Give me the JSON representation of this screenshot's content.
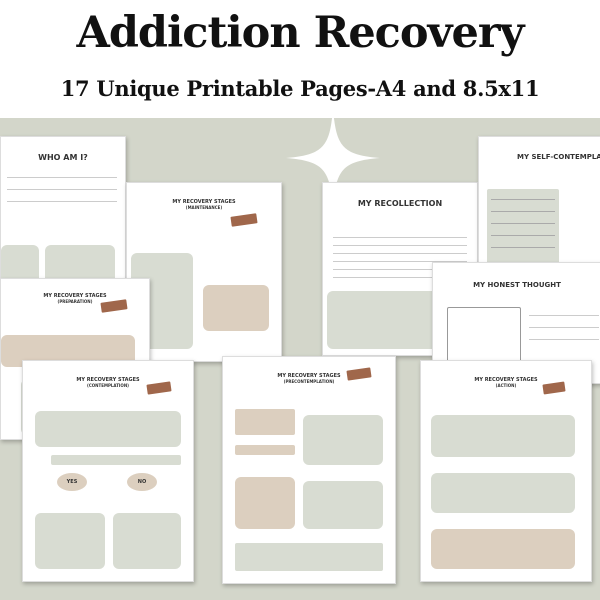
{
  "header": {
    "title": "Addiction Recovery",
    "subtitle": "17 Unique Printable Pages-A4 and 8.5x11"
  },
  "pages": {
    "who_am_i": {
      "title": "WHO AM I?"
    },
    "maintenance": {
      "title": "MY RECOVERY STAGES",
      "stage": "(MAINTENANCE)"
    },
    "preparation": {
      "title": "MY RECOVERY STAGES",
      "stage": "(PREPARATION)"
    },
    "recollection": {
      "title": "MY RECOLLECTION"
    },
    "self_contemplation": {
      "title": "MY SELF-CONTEMPLATIO"
    },
    "honest_thought": {
      "title": "MY HONEST THOUGHT"
    },
    "contemplation": {
      "title": "MY RECOVERY STAGES",
      "stage": "(CONTEMPLATION)",
      "yes": "YES",
      "no": "NO"
    },
    "precontemplation": {
      "title": "MY RECOVERY STAGES",
      "stage": "(PRECONTEMPLATION)"
    },
    "action": {
      "title": "MY RECOVERY STAGES",
      "stage": "(ACTION)"
    }
  },
  "colors": {
    "background": "#d3d6ca",
    "sage_box": "#d8dcd2",
    "tan_box": "#dccfbf",
    "badge": "#a0674b"
  }
}
